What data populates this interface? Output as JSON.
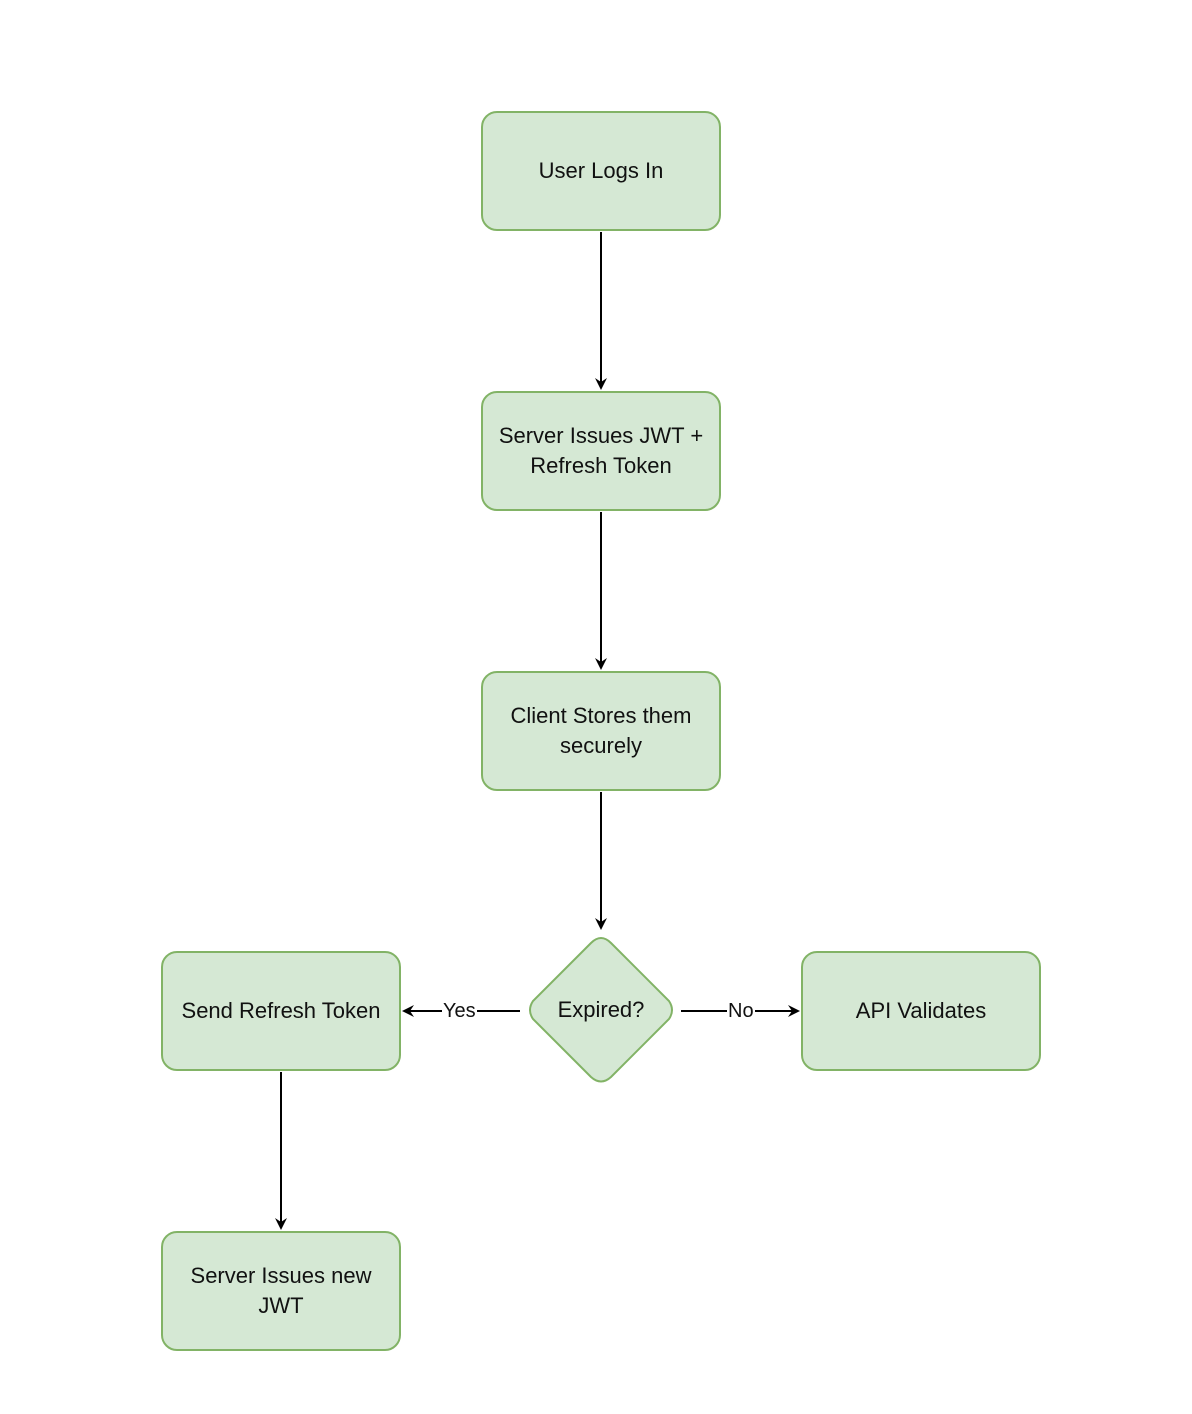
{
  "nodes": {
    "user_logs_in": "User Logs In",
    "server_issues_jwt": "Server Issues JWT + Refresh Token",
    "client_stores": "Client Stores them securely",
    "expired": "Expired?",
    "send_refresh": "Send Refresh Token",
    "api_validates": "API Validates",
    "server_issues_new": "Server Issues new JWT"
  },
  "edges": {
    "yes_label": "Yes",
    "no_label": "No"
  },
  "colors": {
    "node_fill": "#d5e8d4",
    "node_stroke": "#82b366",
    "edge": "#000000"
  }
}
